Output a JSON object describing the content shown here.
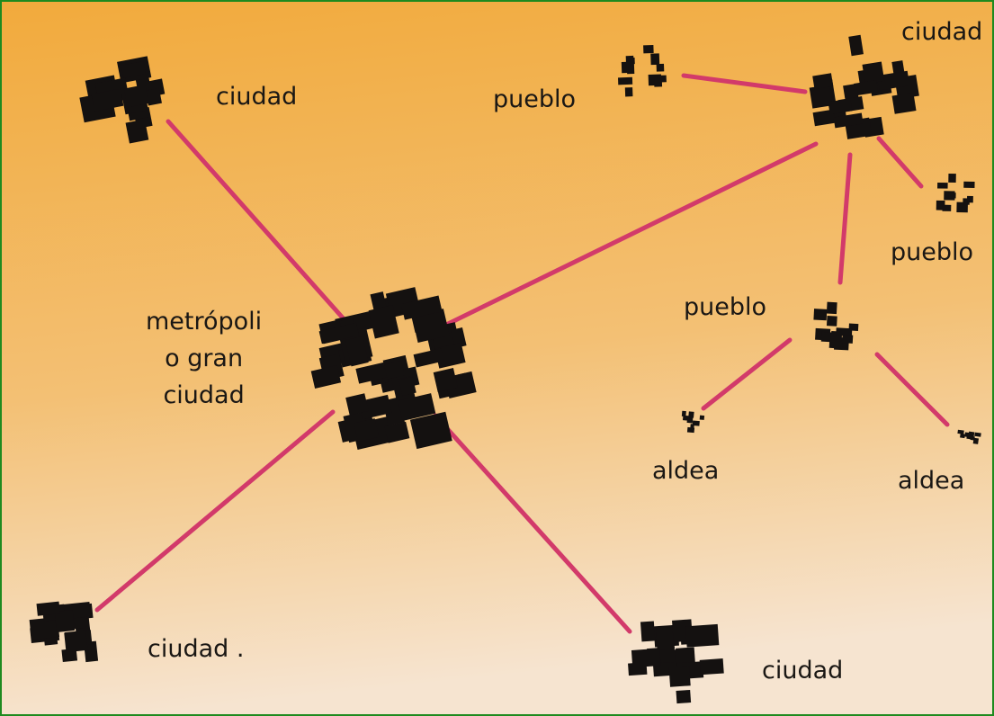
{
  "colors": {
    "background_top": "#f2aa3c",
    "background_mid": "#f3c074",
    "background_bottom": "#f6e4d0",
    "connection_line": "#d23a6a",
    "settlement_block": "#141110",
    "frame_border": "#1f8a1f"
  },
  "labels": {
    "metropolis": "metrópoli\no gran\nciudad",
    "city_top_left": "ciudad",
    "city_top_right": "ciudad",
    "city_bottom_left": "ciudad .",
    "city_bottom_center": "ciudad",
    "town_top": "pueblo",
    "town_right": "pueblo",
    "town_middle": "pueblo",
    "village_left": "aldea",
    "village_right": "aldea"
  },
  "connections": [
    {
      "from": "metropolis",
      "to": "city_top_left"
    },
    {
      "from": "metropolis",
      "to": "city_top_right"
    },
    {
      "from": "metropolis",
      "to": "city_bottom_left"
    },
    {
      "from": "metropolis",
      "to": "city_bottom_center"
    },
    {
      "from": "city_top_right",
      "to": "town_top"
    },
    {
      "from": "city_top_right",
      "to": "town_right"
    },
    {
      "from": "city_top_right",
      "to": "town_middle"
    },
    {
      "from": "town_middle",
      "to": "village_left"
    },
    {
      "from": "town_middle",
      "to": "village_right"
    }
  ]
}
